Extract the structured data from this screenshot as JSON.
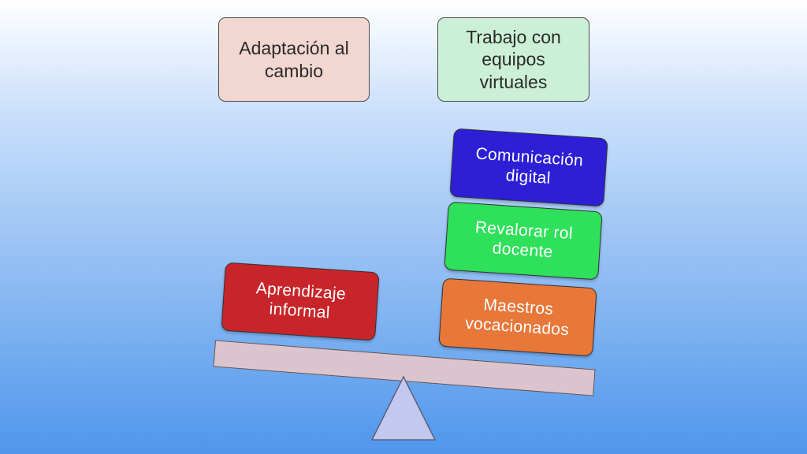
{
  "diagram": {
    "top_boxes": [
      {
        "text": "Adaptación al cambio",
        "color": "#f2d6d0"
      },
      {
        "text": "Trabajo con equipos virtuales",
        "color": "#ccf0d7"
      }
    ],
    "left_blocks": [
      {
        "text": "Aprendizaje informal",
        "color": "#c8252a"
      }
    ],
    "right_blocks": [
      {
        "text": "Comunicación digital",
        "color": "#2c1fd6"
      },
      {
        "text": "Revalorar rol docente",
        "color": "#2ee05a"
      },
      {
        "text": "Maestros vocacionados",
        "color": "#e8773a"
      }
    ],
    "beam_color": "#dcc4cf",
    "fulcrum_color": "#c4c8ee"
  }
}
